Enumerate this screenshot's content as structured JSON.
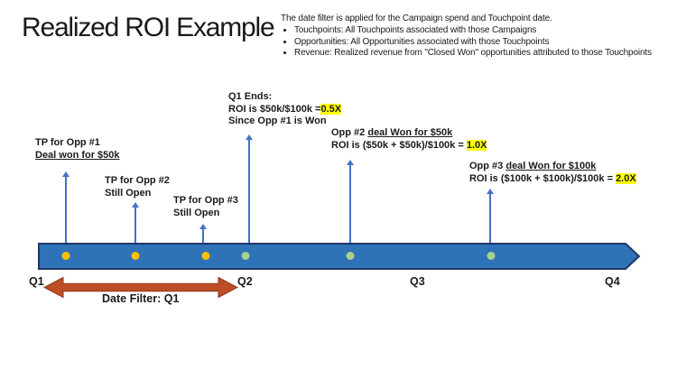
{
  "title": "Realized ROI Example",
  "info": {
    "intro": "The date filter is applied for the Campaign spend and Touchpoint date.",
    "bullets": [
      "Touchpoints: All Touchpoints associated with those Campaigns",
      "Opportunities: All Opportunities associated with those Touchpoints",
      "Revenue: Realized revenue from \"Closed Won\" opportunities attributed to those Touchpoints"
    ]
  },
  "annotations": {
    "tp1": {
      "line1": "TP for Opp #1",
      "line2": "Deal won for $50k"
    },
    "tp2": {
      "line1": "TP for Opp #2",
      "line2": "Still Open"
    },
    "tp3": {
      "line1": "TP for Opp #3",
      "line2": "Still Open"
    },
    "q1_ends": {
      "line1": "Q1 Ends:",
      "line2_pre": "ROI is $50k/$100k =",
      "line2_hl": "0.5X",
      "line3": "Since Opp #1 is Won"
    },
    "opp2": {
      "line1_pre": "Opp #2 ",
      "line1_underlined": "deal Won for $50k",
      "line2_pre": "ROI is ($50k + $50k)/$100k = ",
      "line2_hl": "1.0X"
    },
    "opp3": {
      "line1_pre": "Opp #3 ",
      "line1_underlined": "deal Won for $100k",
      "line2_pre": "ROI is ($100k + $100k)/$100k = ",
      "line2_hl": "2.0X"
    }
  },
  "timeline": {
    "quarters": [
      "Q1",
      "Q2",
      "Q3",
      "Q4"
    ],
    "date_filter_label": "Date Filter: Q1",
    "dot_colors": [
      "orange",
      "orange",
      "orange",
      "green",
      "green",
      "green"
    ]
  },
  "colors": {
    "timeline_bar_fill": "#2e73b8",
    "timeline_bar_border": "#203864",
    "dot_orange": "#ffc000",
    "dot_green": "#a9d18e",
    "annotation_arrow_blue": "#4472c4",
    "date_filter_arrow_fill": "#bf4d26",
    "date_filter_arrow_border": "#8a3a1e",
    "highlight_yellow": "#ffff00",
    "text": "#1a1a1a"
  }
}
